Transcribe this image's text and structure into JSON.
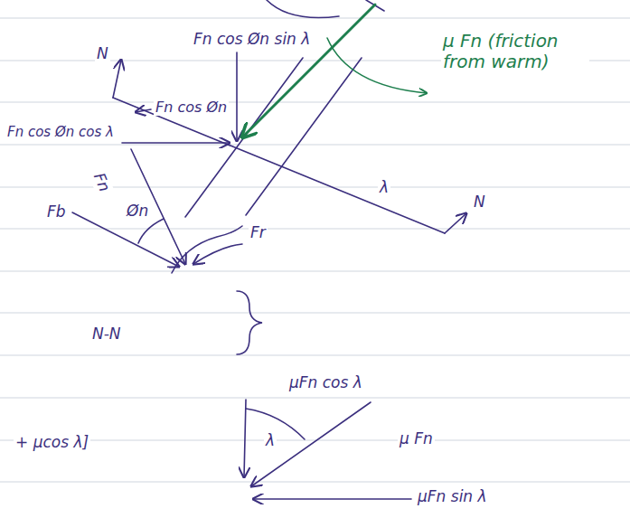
{
  "diagram": {
    "labels": [
      "N",
      "Fn cos Øn sin λ",
      "Fn cos Øn",
      "μ Fn (friction from warm)",
      "Fn cos Øn cos λ",
      "λ",
      "N",
      "Fn",
      "Fb",
      "Øn",
      "Fr",
      "N-N",
      "μFn cos λ",
      "λ",
      "μ Fn",
      "+ μcos λ]",
      "μFn sin λ"
    ]
  }
}
